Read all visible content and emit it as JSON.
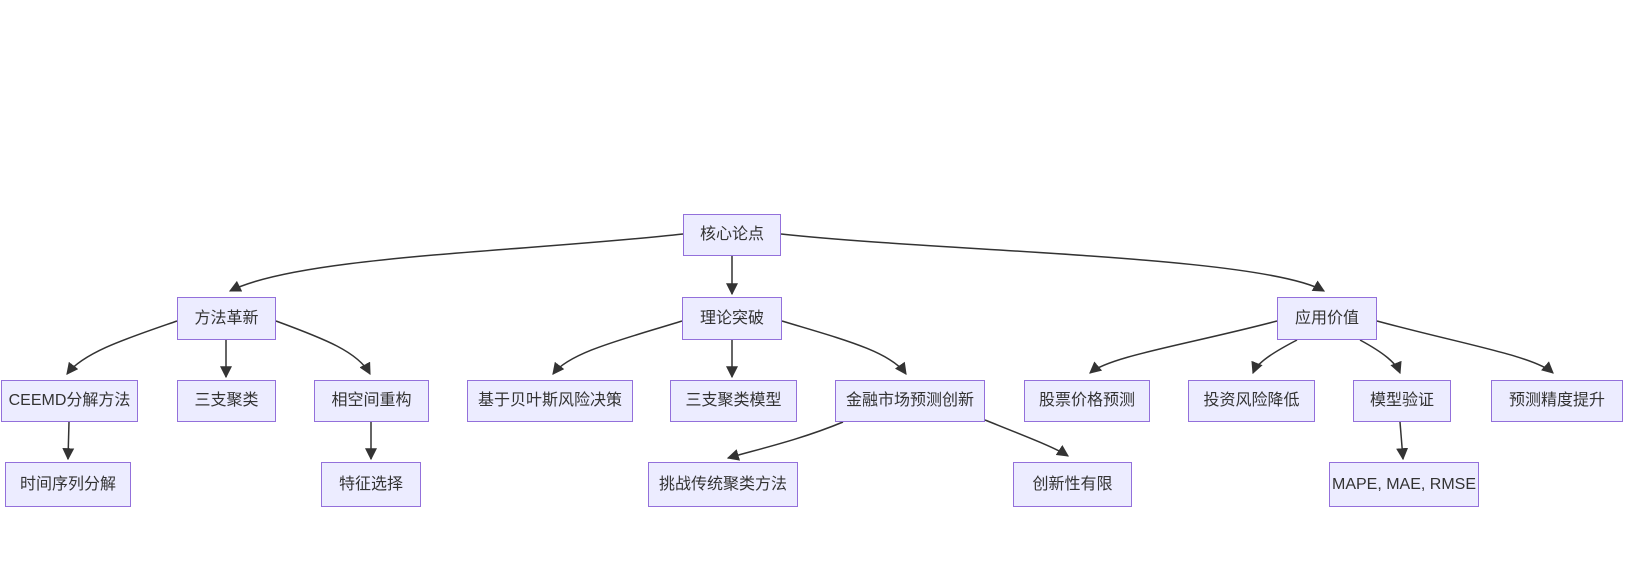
{
  "diagram": {
    "type": "flowchart-top-down",
    "nodes": {
      "core": {
        "label": "核心论点"
      },
      "method": {
        "label": "方法革新"
      },
      "theory": {
        "label": "理论突破"
      },
      "application": {
        "label": "应用价值"
      },
      "ceemd": {
        "label": "CEEMD分解方法"
      },
      "three_way": {
        "label": "三支聚类"
      },
      "phase_space": {
        "label": "相空间重构"
      },
      "bayes": {
        "label": "基于贝叶斯风险决策"
      },
      "three_way_model": {
        "label": "三支聚类模型"
      },
      "finance_innovation": {
        "label": "金融市场预测创新"
      },
      "stock_prediction": {
        "label": "股票价格预测"
      },
      "invest_risk": {
        "label": "投资风险降低"
      },
      "model_validation": {
        "label": "模型验证"
      },
      "accuracy": {
        "label": "预测精度提升"
      },
      "time_series": {
        "label": "时间序列分解"
      },
      "feature_selection": {
        "label": "特征选择"
      },
      "challenge_traditional": {
        "label": "挑战传统聚类方法"
      },
      "limited_innovation": {
        "label": "创新性有限"
      },
      "metrics": {
        "label": "MAPE, MAE, RMSE"
      }
    },
    "edges": [
      {
        "from": "core",
        "to": "method"
      },
      {
        "from": "core",
        "to": "theory"
      },
      {
        "from": "core",
        "to": "application"
      },
      {
        "from": "method",
        "to": "ceemd"
      },
      {
        "from": "method",
        "to": "three_way"
      },
      {
        "from": "method",
        "to": "phase_space"
      },
      {
        "from": "ceemd",
        "to": "time_series"
      },
      {
        "from": "phase_space",
        "to": "feature_selection"
      },
      {
        "from": "theory",
        "to": "bayes"
      },
      {
        "from": "theory",
        "to": "three_way_model"
      },
      {
        "from": "theory",
        "to": "finance_innovation"
      },
      {
        "from": "finance_innovation",
        "to": "challenge_traditional"
      },
      {
        "from": "finance_innovation",
        "to": "limited_innovation"
      },
      {
        "from": "application",
        "to": "stock_prediction"
      },
      {
        "from": "application",
        "to": "invest_risk"
      },
      {
        "from": "application",
        "to": "model_validation"
      },
      {
        "from": "application",
        "to": "accuracy"
      },
      {
        "from": "model_validation",
        "to": "metrics"
      }
    ]
  },
  "colors": {
    "background": "#FFFFFF",
    "node_fill": "#ECECFF",
    "node_border": "#9370DB",
    "edge": "#333333",
    "text": "#333333"
  }
}
